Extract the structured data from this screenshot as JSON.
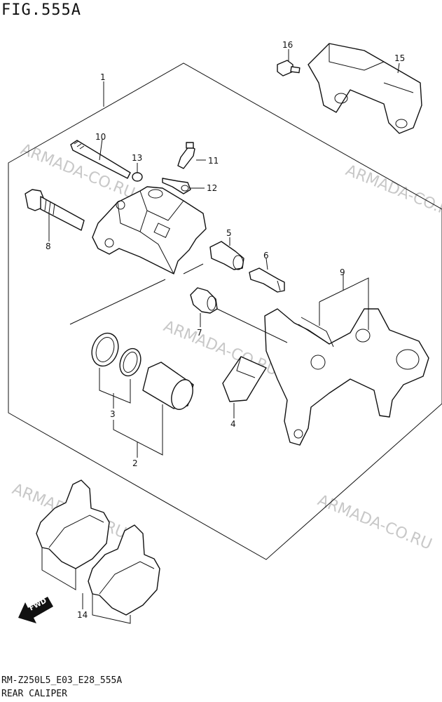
{
  "figure": {
    "title": "FIG.555A",
    "code": "RM-Z250L5_E03_E28_555A",
    "name": "REAR CALIPER"
  },
  "watermark": "ARMADA-CO.RU",
  "fwd_badge": "FWD",
  "callouts": [
    {
      "id": "1",
      "label": "1"
    },
    {
      "id": "2",
      "label": "2"
    },
    {
      "id": "3",
      "label": "3"
    },
    {
      "id": "4",
      "label": "4"
    },
    {
      "id": "5",
      "label": "5"
    },
    {
      "id": "6",
      "label": "6"
    },
    {
      "id": "7",
      "label": "7"
    },
    {
      "id": "8",
      "label": "8"
    },
    {
      "id": "9",
      "label": "9"
    },
    {
      "id": "10",
      "label": "10"
    },
    {
      "id": "11",
      "label": "11"
    },
    {
      "id": "12",
      "label": "12"
    },
    {
      "id": "13",
      "label": "13"
    },
    {
      "id": "14",
      "label": "14"
    },
    {
      "id": "15",
      "label": "15"
    },
    {
      "id": "16",
      "label": "16"
    }
  ]
}
